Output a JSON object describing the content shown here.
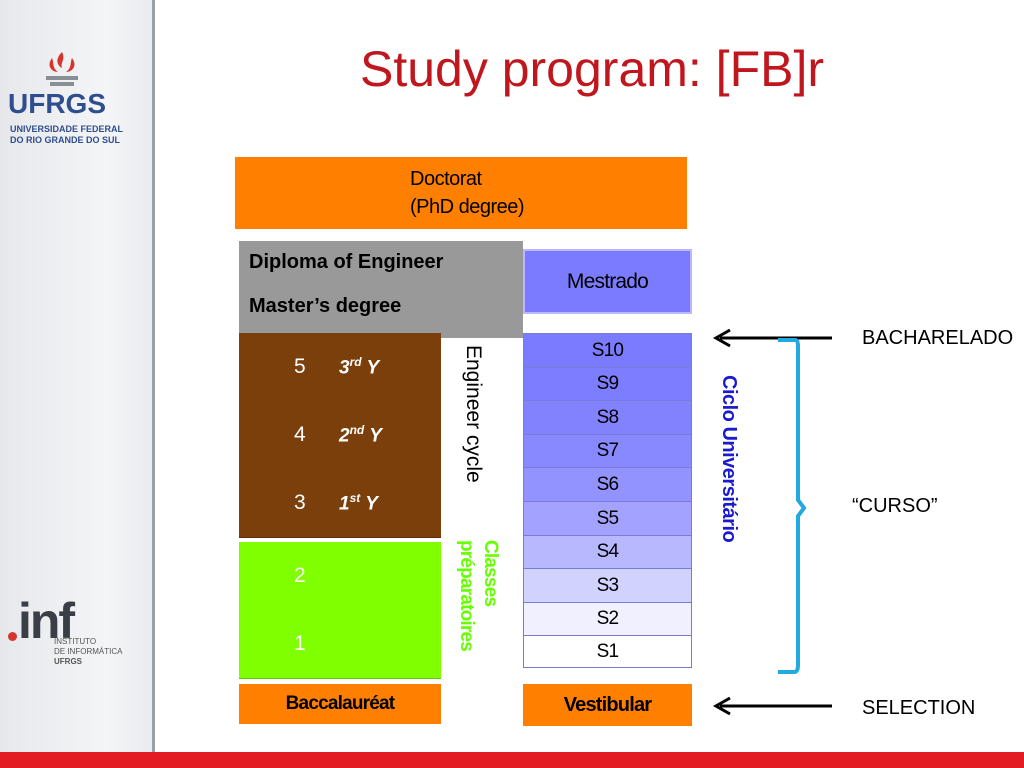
{
  "title": "Study program: [FB]r",
  "sidebar": {
    "ufrgs_logo": "UFRGS",
    "ufrgs_line1": "UNIVERSIDADE FEDERAL",
    "ufrgs_line2": "DO RIO GRANDE DO SUL",
    "inf_logo": "inf",
    "inf_line1": "INSTITUTO",
    "inf_line2": "DE INFORMÁTICA",
    "inf_line3": "UFRGS"
  },
  "diagram": {
    "doctorat": [
      "Doctorat",
      "(PhD degree)"
    ],
    "diploma": [
      "Diploma of Engineer",
      "Master’s degree"
    ],
    "mestrado": "Mestrado",
    "engineer_years": [
      {
        "num": "5",
        "ord_num": "3",
        "ord_sup": "rd",
        "ord_y": "Y"
      },
      {
        "num": "4",
        "ord_num": "2",
        "ord_sup": "nd",
        "ord_y": "Y"
      },
      {
        "num": "3",
        "ord_num": "1",
        "ord_sup": "st",
        "ord_y": "Y"
      }
    ],
    "prep_years": [
      "2",
      "1"
    ],
    "engineer_cycle_label": "Engineer cycle",
    "classes_label": "Classes préparatoires",
    "baccalaureat": "Baccalauréat",
    "semesters": [
      "S10",
      "S9",
      "S8",
      "S7",
      "S6",
      "S5",
      "S4",
      "S3",
      "S2",
      "S1"
    ],
    "ciclo_label": "Ciclo Universitário",
    "vestibular": "Vestibular",
    "bacharelado": "BACHARELADO",
    "curso": "“CURSO”",
    "selection": "SELECTION"
  },
  "colors": {
    "title": "#c0161e",
    "orange": "#ff8000",
    "brown": "#7b3f0c",
    "green": "#80ff00",
    "blue_semester": "#7b7bff",
    "bracket": "#22a9e0",
    "bottom_bar": "#e31b23"
  }
}
